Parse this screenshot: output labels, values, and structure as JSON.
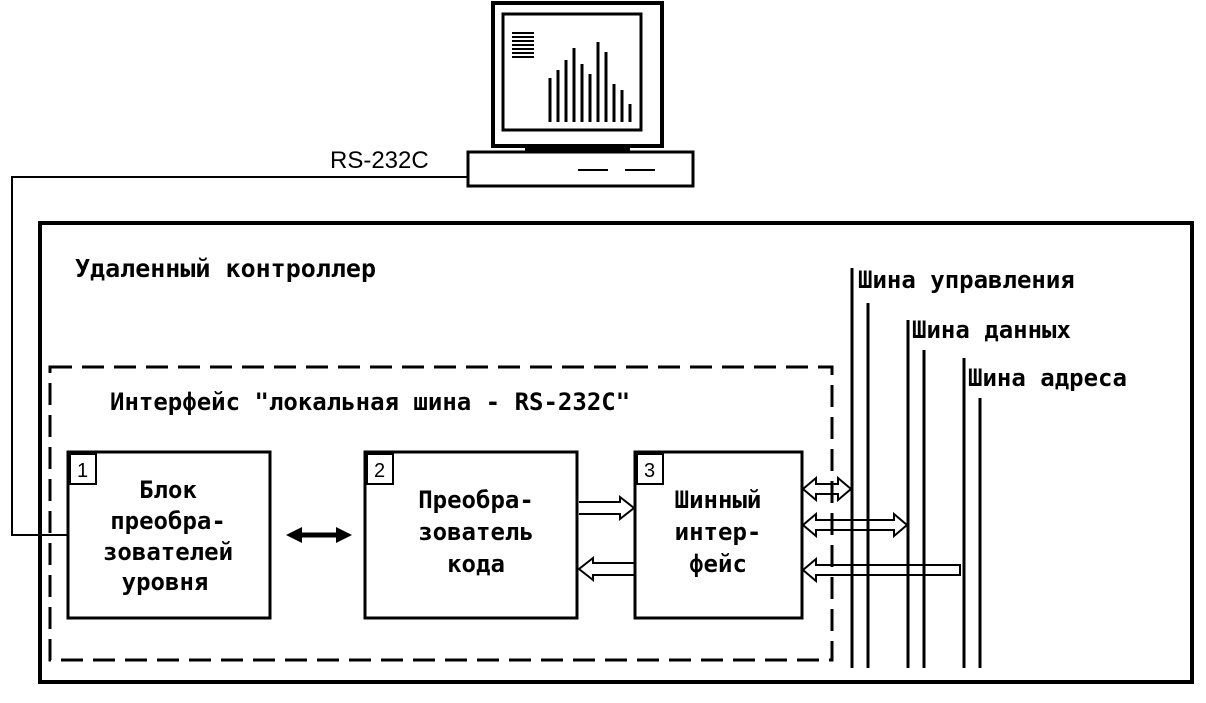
{
  "computer": {
    "port_label": "RS-232C"
  },
  "controller": {
    "title": "Удаленный контроллер"
  },
  "interface": {
    "title": "Интерфейс \"локальная шина - RS-232C\""
  },
  "blocks": [
    {
      "number": "1",
      "lines": [
        "Блок",
        "преобра-",
        "зователей",
        "уровня"
      ]
    },
    {
      "number": "2",
      "lines": [
        "Преобра-",
        "зователь",
        "кода"
      ]
    },
    {
      "number": "3",
      "lines": [
        "Шинный",
        "интер-",
        "фейс"
      ]
    }
  ],
  "buses": [
    {
      "label": "Шина управления"
    },
    {
      "label": "Шина данных"
    },
    {
      "label": "Шина адреса"
    }
  ]
}
